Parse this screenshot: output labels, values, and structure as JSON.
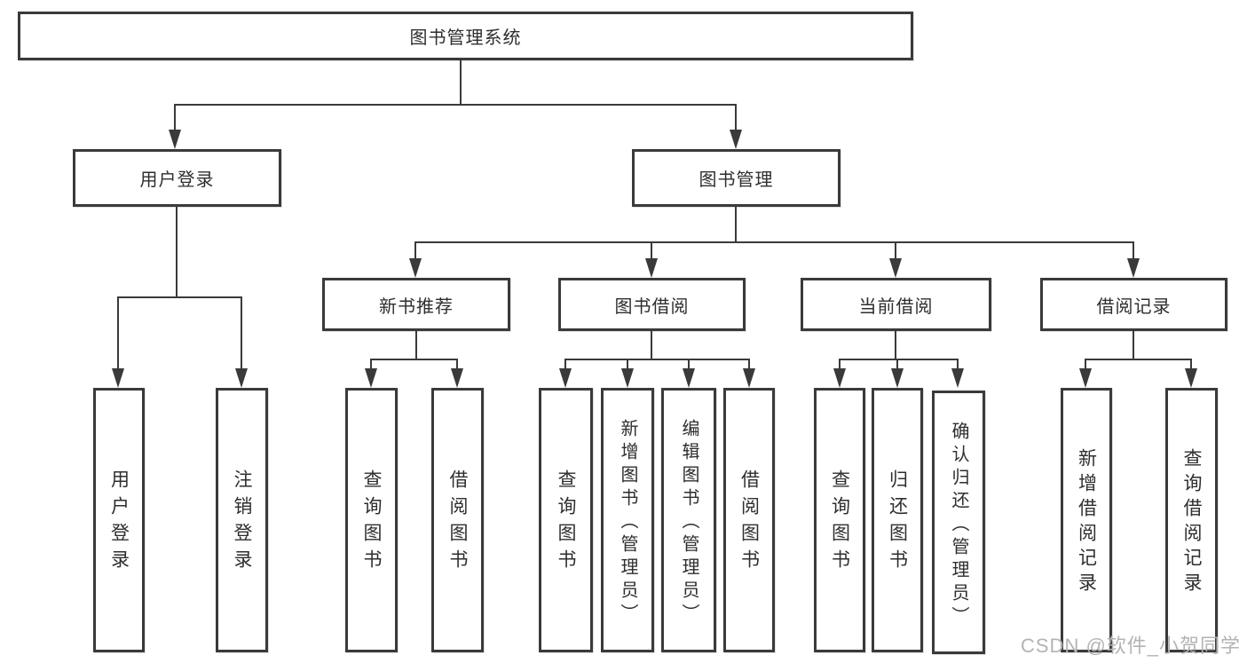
{
  "tree": {
    "root": "图书管理系统",
    "branches": [
      {
        "label": "用户登录",
        "children": [
          {
            "label": "用户登录"
          },
          {
            "label": "注销登录"
          }
        ]
      },
      {
        "label": "图书管理",
        "children": [
          {
            "label": "新书推荐",
            "children": [
              {
                "label": "查询图书"
              },
              {
                "label": "借阅图书"
              }
            ]
          },
          {
            "label": "图书借阅",
            "children": [
              {
                "label": "查询图书"
              },
              {
                "label": "新增图书（管理员）"
              },
              {
                "label": "编辑图书（管理员）"
              },
              {
                "label": "借阅图书"
              }
            ]
          },
          {
            "label": "当前借阅",
            "children": [
              {
                "label": "查询图书"
              },
              {
                "label": "归还图书"
              },
              {
                "label": "确认归还（管理员）"
              }
            ]
          },
          {
            "label": "借阅记录",
            "children": [
              {
                "label": "新增借阅记录"
              },
              {
                "label": "查询借阅记录"
              }
            ]
          }
        ]
      }
    ]
  },
  "watermark": "CSDN @软件_小贺同学",
  "colors": {
    "line": "#3a3a3a",
    "text": "#2e2e2e",
    "watermark": "#b3b3b3",
    "background": "#ffffff"
  }
}
